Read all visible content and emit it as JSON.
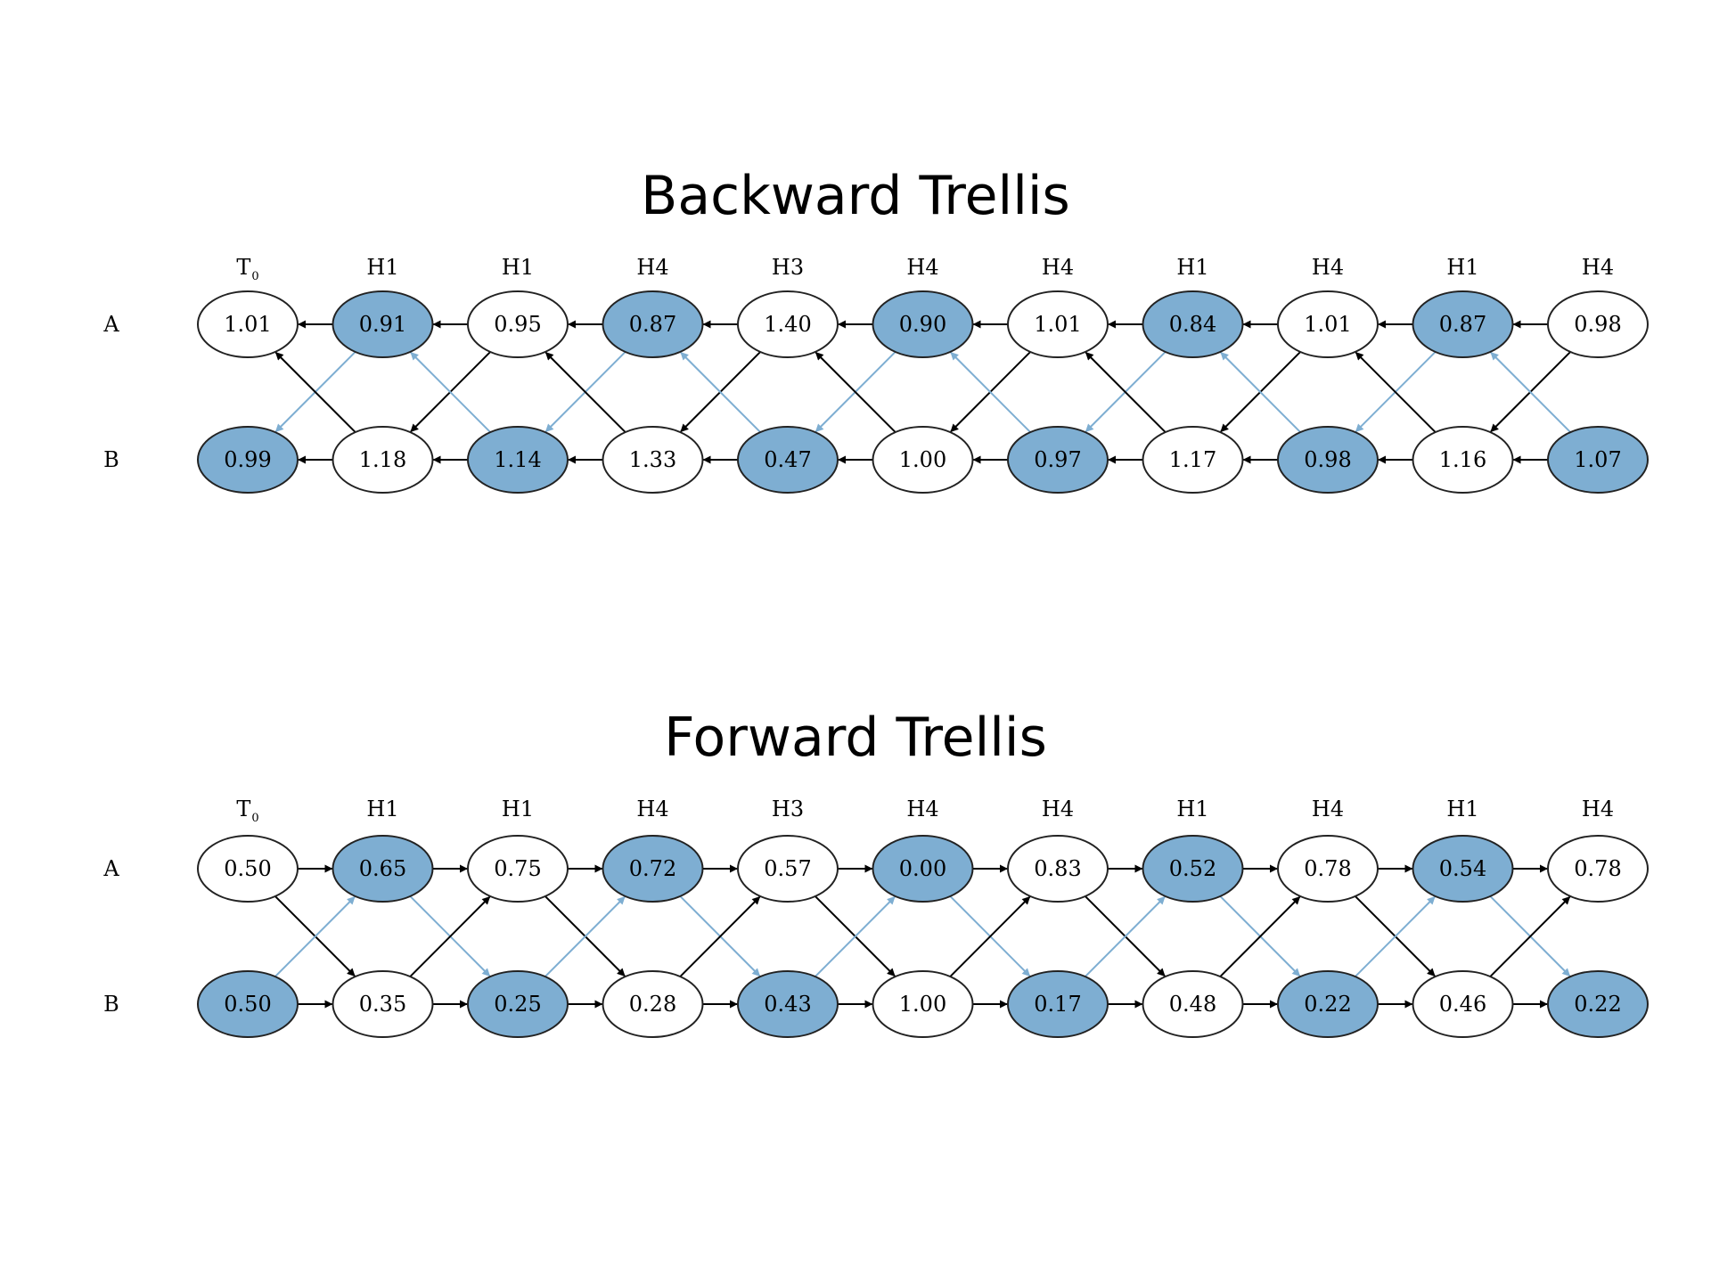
{
  "colors": {
    "highlight_fill": "#7eaed2",
    "plain_fill": "#ffffff",
    "edge_black": "#000000",
    "edge_blue": "#7eaed2"
  },
  "row_labels": [
    "A",
    "B"
  ],
  "column_labels": [
    "T",
    "H1",
    "H1",
    "H4",
    "H3",
    "H4",
    "H4",
    "H1",
    "H4",
    "H1",
    "H4"
  ],
  "first_column_subscript": "0",
  "highlight_columns": [
    1,
    3,
    5,
    7,
    9
  ],
  "highlight_row_B_columns": [
    0,
    2,
    4,
    6,
    8,
    10
  ],
  "backward": {
    "title": "Backward Trellis",
    "A": [
      "1.01",
      "0.91",
      "0.95",
      "0.87",
      "1.40",
      "0.90",
      "1.01",
      "0.84",
      "1.01",
      "0.87",
      "0.98"
    ],
    "B": [
      "0.99",
      "1.18",
      "1.14",
      "1.33",
      "0.47",
      "1.00",
      "0.97",
      "1.17",
      "0.98",
      "1.16",
      "1.07"
    ],
    "direction": "right-to-left"
  },
  "forward": {
    "title": "Forward Trellis",
    "A": [
      "0.50",
      "0.65",
      "0.75",
      "0.72",
      "0.57",
      "0.00",
      "0.83",
      "0.52",
      "0.78",
      "0.54",
      "0.78"
    ],
    "B": [
      "0.50",
      "0.35",
      "0.25",
      "0.28",
      "0.43",
      "1.00",
      "0.17",
      "0.48",
      "0.22",
      "0.46",
      "0.22"
    ],
    "direction": "left-to-right"
  }
}
